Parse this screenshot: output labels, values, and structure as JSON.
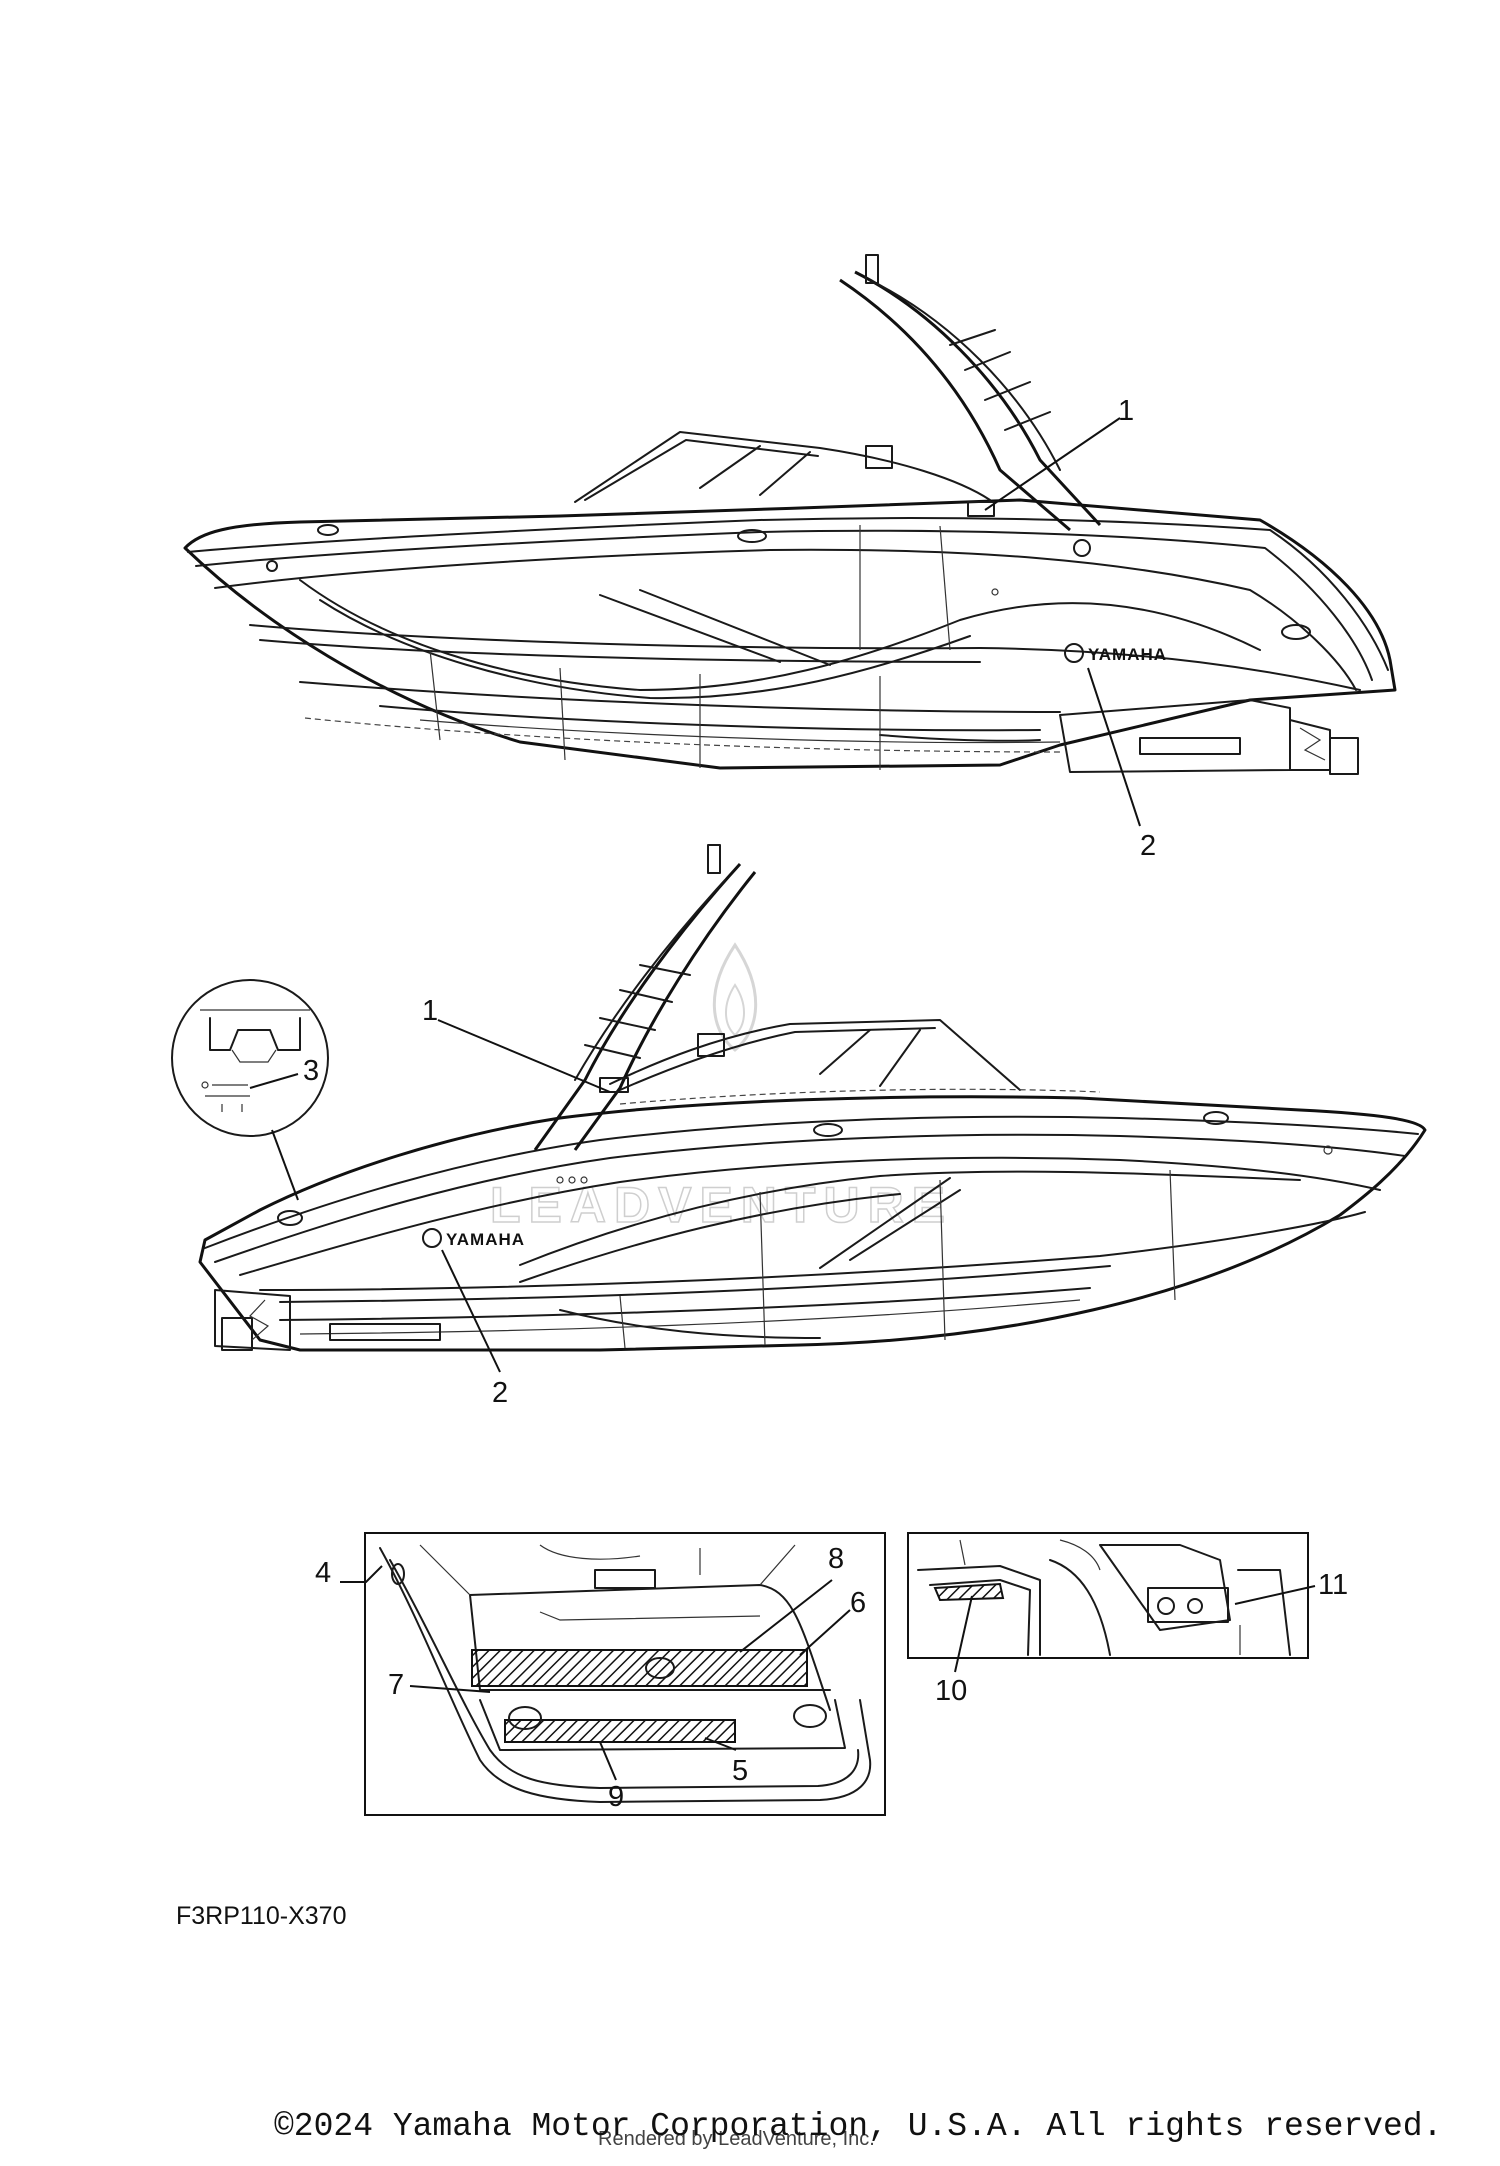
{
  "diagram": {
    "callouts": [
      "1",
      "2",
      "1",
      "2",
      "3",
      "4",
      "5",
      "6",
      "7",
      "8",
      "9",
      "10",
      "11"
    ],
    "logo_text": "YAMAHA",
    "watermark_text": "LEADVENTURE"
  },
  "footer": {
    "figure_code": "F3RP110-X370",
    "copyright": "©2024 Yamaha Motor Corporation, U.S.A. All rights reserved.",
    "rendered_by": "Rendered by LeadVenture, Inc."
  },
  "colors": {
    "line": "#111111",
    "background": "#ffffff",
    "watermark": "#cfcfcf"
  }
}
